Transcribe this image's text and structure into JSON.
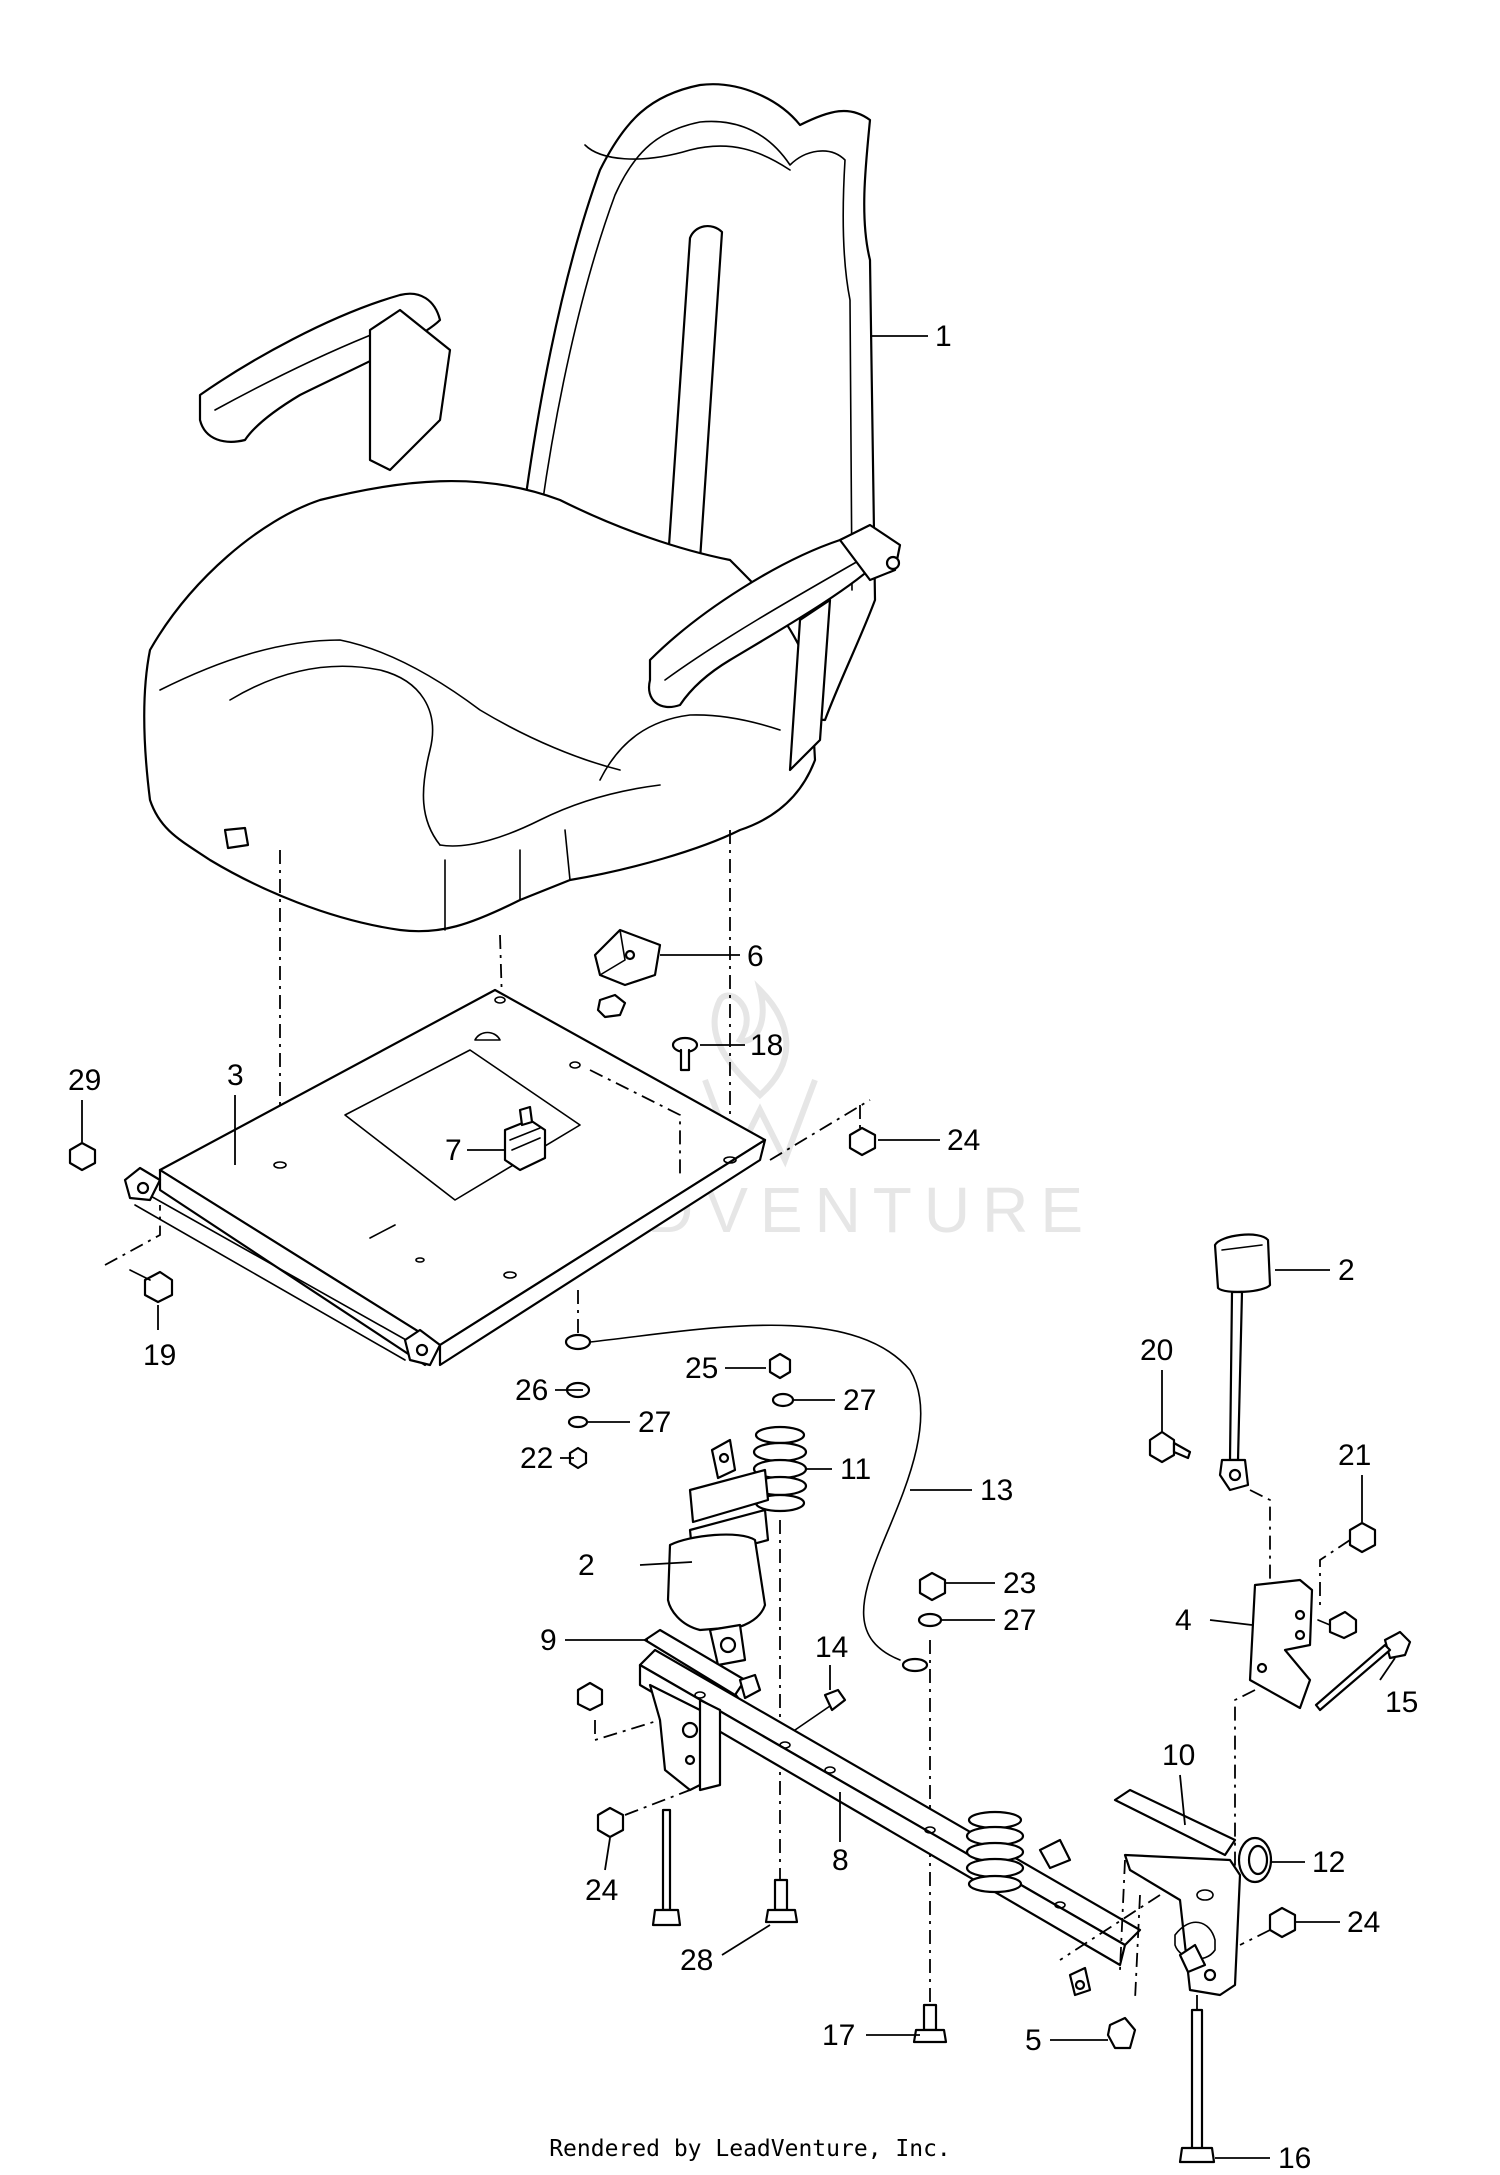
{
  "diagram": {
    "watermark": "LEADVENTURE",
    "credit": "Rendered by LeadVenture, Inc.",
    "callouts": {
      "c1": "1",
      "c2a": "2",
      "c2b": "2",
      "c3": "3",
      "c4": "4",
      "c5": "5",
      "c6": "6",
      "c7": "7",
      "c8": "8",
      "c9": "9",
      "c10": "10",
      "c11": "11",
      "c12": "12",
      "c13": "13",
      "c14": "14",
      "c15": "15",
      "c16": "16",
      "c17": "17",
      "c18": "18",
      "c19": "19",
      "c20": "20",
      "c21": "21",
      "c22": "22",
      "c23": "23",
      "c24a": "24",
      "c24b": "24",
      "c24c": "24",
      "c25": "25",
      "c26": "26",
      "c27a": "27",
      "c27b": "27",
      "c27c": "27",
      "c28": "28",
      "c29": "29"
    }
  }
}
